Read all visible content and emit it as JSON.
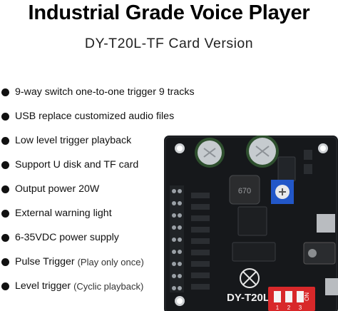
{
  "header": {
    "title": "Industrial Grade Voice Player",
    "subtitle": "DY-T20L-TF Card Version"
  },
  "features": [
    {
      "text": "9-way switch one-to-one trigger 9 tracks",
      "note": ""
    },
    {
      "text": "USB replace customized audio files",
      "note": ""
    },
    {
      "text": "Low level trigger playback",
      "note": ""
    },
    {
      "text": "Support U disk and TF card",
      "note": ""
    },
    {
      "text": "Output power 20W",
      "note": ""
    },
    {
      "text": "External warning light",
      "note": ""
    },
    {
      "text": "6-35VDC power supply",
      "note": ""
    },
    {
      "text": "Pulse Trigger",
      "note": "(Play only once)"
    },
    {
      "text": "Level trigger",
      "note": "(Cyclic playback)"
    }
  ],
  "board": {
    "model_label": "DY-T20L",
    "inductor_label": "670",
    "switch_on_label": "ON",
    "switch_numbers": [
      "1",
      "2",
      "3"
    ],
    "colors": {
      "pcb": "#16181b",
      "dip_switch": "#d8282a",
      "potentiometer": "#2257c8",
      "capacitor": "#2e4f2e"
    }
  }
}
